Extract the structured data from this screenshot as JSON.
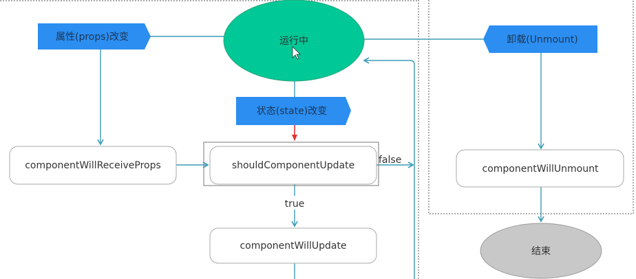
{
  "nodes": {
    "running": "运行中",
    "props_change": "属性(props)改变",
    "state_change": "状态(state)改变",
    "unmount": "卸载(Unmount)",
    "will_receive_props": "componentWillReceiveProps",
    "should_update": "shouldComponentUpdate",
    "will_update": "componentWillUpdate",
    "will_unmount": "componentWillUnmount",
    "end": "结束"
  },
  "edge_labels": {
    "false": "false",
    "true": "true"
  },
  "colors": {
    "running": "#00c896",
    "tag": "#2b8ef0",
    "line": "#3a9bb5",
    "end": "#c8c8c8",
    "highlight_arrow": "#e53030"
  }
}
